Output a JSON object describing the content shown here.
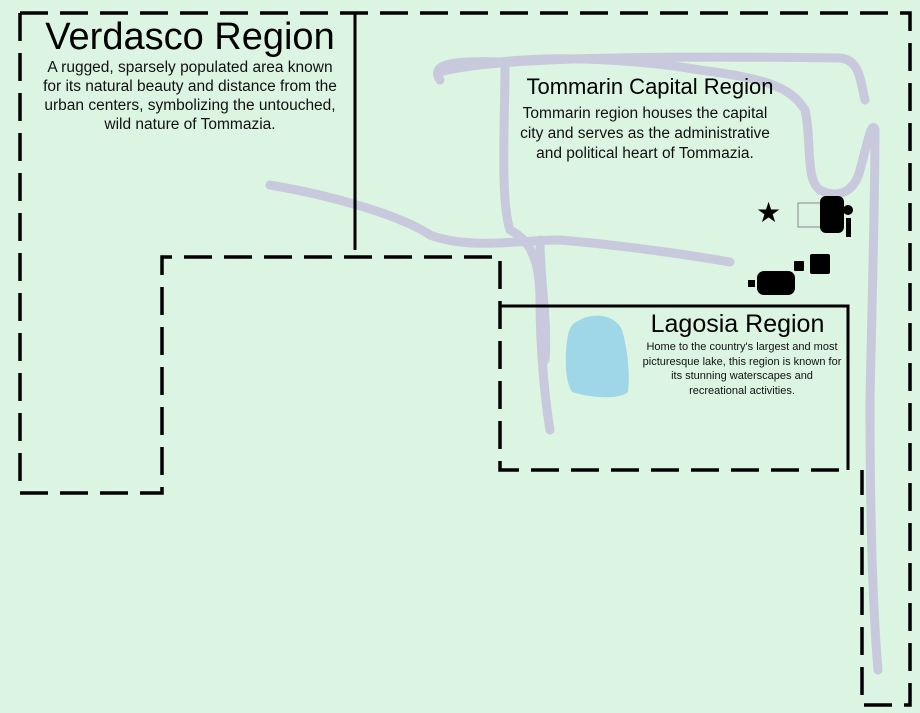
{
  "regions": [
    {
      "name": "Verdasco Region",
      "description": "A rugged, sparsely populated area known for its natural beauty and distance from the urban centers, symbolizing the untouched, wild nature of Tommazia."
    },
    {
      "name": "Tommarin Capital Region",
      "description": "Tommarin region houses the capital city and serves as the administrative and political heart of Tommazia."
    },
    {
      "name": "Lagosia Region",
      "description": "Home to the country's largest and most picturesque lake, this region is known for its stunning waterscapes and recreational activities."
    }
  ],
  "colors": {
    "land": "#dcf4e2",
    "road": "#c9c9dd",
    "lake": "#9fd6e8",
    "border": "#000000"
  },
  "icons": [
    "capital-star-icon",
    "building-icon",
    "lake-icon"
  ]
}
